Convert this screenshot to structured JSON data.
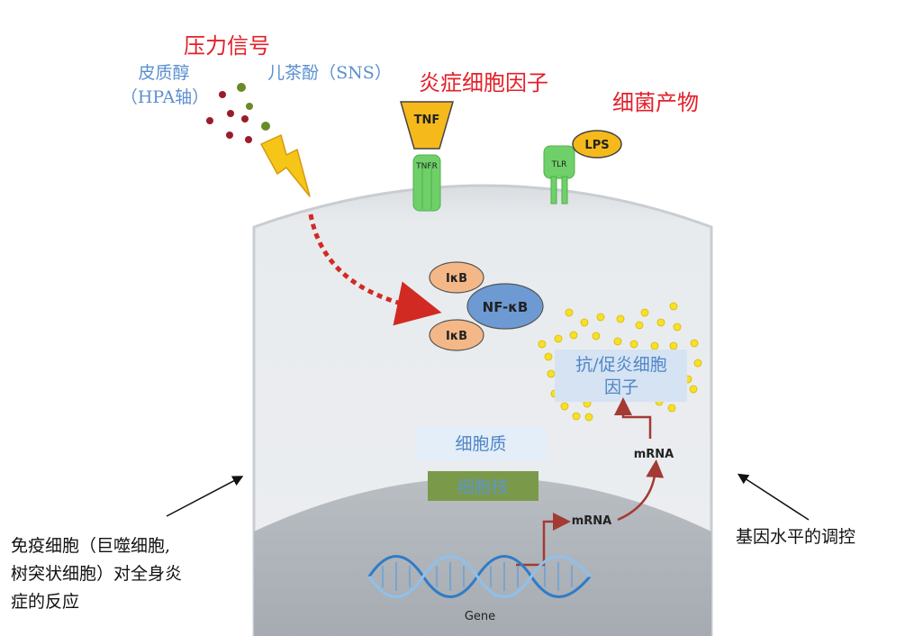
{
  "labels": {
    "stress_signal": "压力信号",
    "cortisol": "皮质醇",
    "hpa_axis": "（HPA轴）",
    "catecholamine": "儿茶酚（SNS）",
    "inflammatory_cytokines": "炎症细胞因子",
    "bacterial_products": "细菌产物",
    "tnf": "TNF",
    "tnfr": "TNFR",
    "lps": "LPS",
    "tlr": "TLR",
    "ikb_top": "IκB",
    "nfkb": "NF-κB",
    "ikb_bottom": "IκB",
    "cytokines_line1": "抗/促炎细胞",
    "cytokines_line2": "因子",
    "mrna_upper": "mRNA",
    "mrna_lower": "mRNA",
    "cytoplasm": "细胞质",
    "nucleus": "细胞核",
    "gene": "Gene",
    "immune_line1": "免疫细胞（巨噬细胞,",
    "immune_line2": "树突状细胞）对全身炎",
    "immune_line3": "症的反应",
    "gene_regulation": "基因水平的调控"
  },
  "colors": {
    "red_title": "#e3202a",
    "blue_text": "#5b8fd0",
    "cell_fill": "#e9ebee",
    "membrane": "#c4c8cd",
    "nucleus_fill": "#aab0b6",
    "nucleus_label_bg": "#7a9a4a",
    "cytoplasm_label_bg": "#e4eef8",
    "tnf_yellow": "#f6b91c",
    "receptor_green": "#6fd06a",
    "ikb_orange": "#f4b888",
    "nfkb_blue": "#6d9ad2",
    "dot_yellow": "#f7e02a",
    "arrow_dark_red": "#a33a34",
    "dna_blue": "#2f7cc8"
  }
}
